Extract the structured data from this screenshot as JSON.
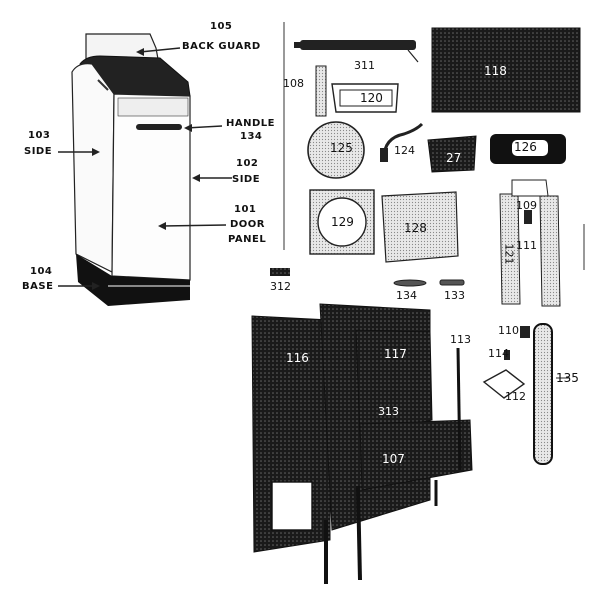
{
  "cabinet_labels": {
    "p105": "105",
    "back_guard": "BACK GUARD",
    "handle": "HANDLE",
    "p134_handle": "134",
    "p103": "103",
    "side_left": "SIDE",
    "p102": "102",
    "side_right": "SIDE",
    "p101": "101",
    "door": "DOOR",
    "panel": "PANEL",
    "p104": "104",
    "base": "BASE"
  },
  "parts": {
    "p108": "108",
    "p311": "311",
    "p118": "118",
    "p120": "120",
    "p125": "125",
    "p124": "124",
    "p127": "27",
    "p126": "126",
    "p129": "129",
    "p128": "128",
    "p109": "109",
    "p111": "111",
    "p312": "312",
    "p134": "134",
    "p133": "133",
    "p116": "116",
    "p117": "117",
    "p113": "113",
    "p110": "110",
    "p114": "114",
    "p112": "112",
    "p313": "313",
    "p107": "107",
    "p135": "135",
    "p121": "121"
  }
}
